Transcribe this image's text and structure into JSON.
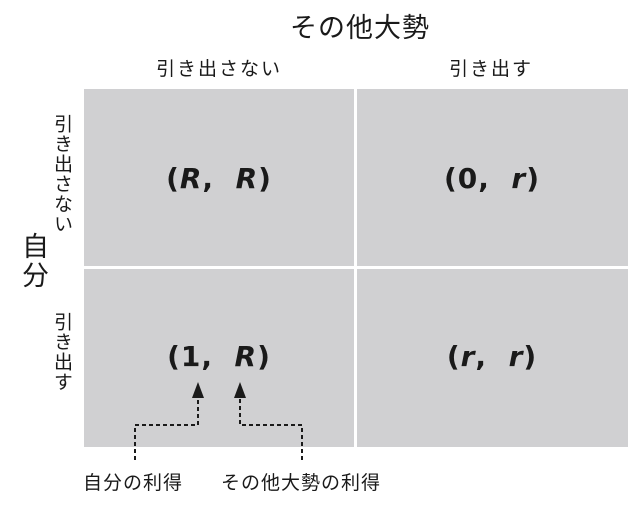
{
  "header": {
    "title": "その他大勢",
    "columns": [
      "引き出さない",
      "引き出す"
    ]
  },
  "side": {
    "title": "自分",
    "rows": [
      "引き出さない",
      "引き出す"
    ]
  },
  "cells": {
    "top_left": {
      "first": "R",
      "second": "R"
    },
    "top_right": {
      "first": "0",
      "second": "r"
    },
    "bottom_left": {
      "first": "1",
      "second": "R"
    },
    "bottom_right": {
      "first": "r",
      "second": "r"
    }
  },
  "punctuation": {
    "open": "(",
    "comma": ",",
    "close": ")"
  },
  "annotations": {
    "self_payoff": "自分の利得",
    "others_payoff": "その他大勢の利得"
  },
  "colors": {
    "cell_fill": "#d0d0d2",
    "divider": "#ffffff",
    "text": "#1a1a1a"
  }
}
